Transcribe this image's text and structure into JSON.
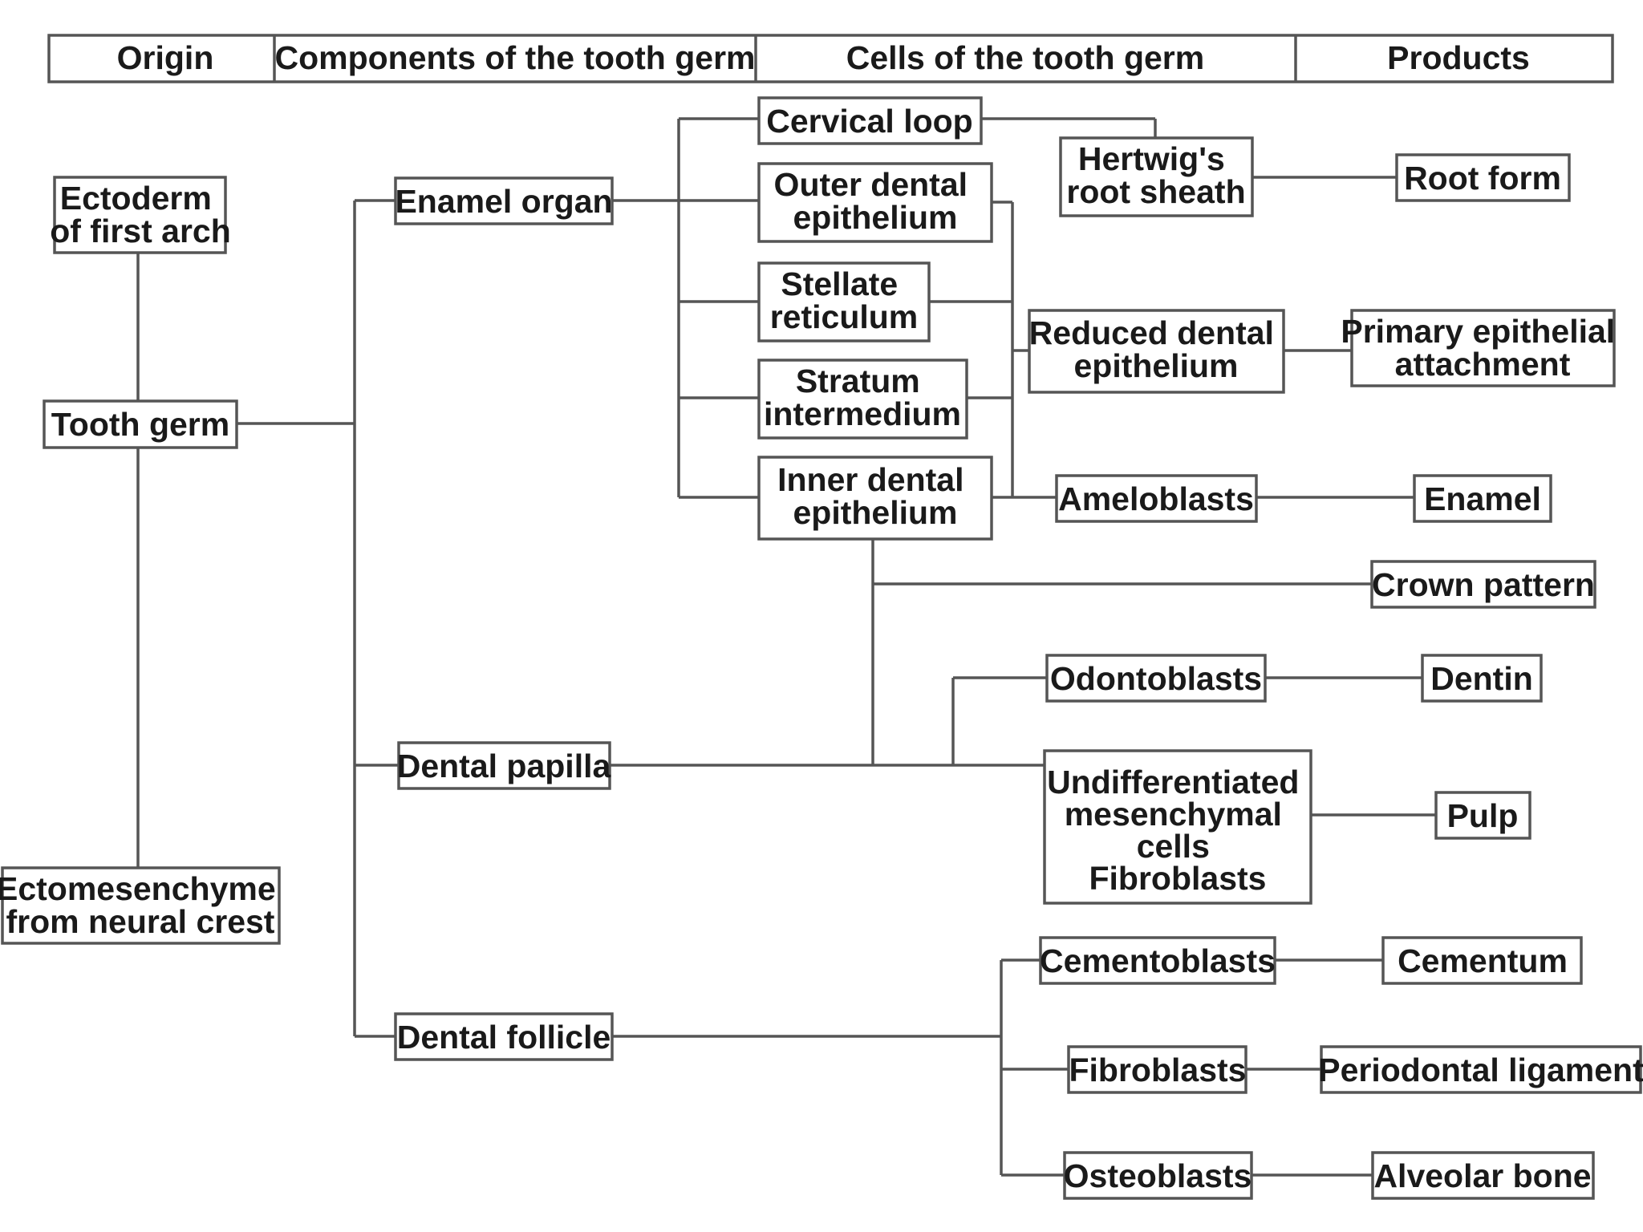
{
  "header": {
    "origin": "Origin",
    "components": "Components of the tooth germ",
    "cells": "Cells of the tooth germ",
    "products": "Products"
  },
  "nodes": {
    "ectoderm": [
      "Ectoderm",
      "of first arch"
    ],
    "tooth_germ": [
      "Tooth germ"
    ],
    "ectomesenchyme": [
      "Ectomesenchyme",
      "from neural crest"
    ],
    "enamel_organ": [
      "Enamel organ"
    ],
    "dental_papilla": [
      "Dental papilla"
    ],
    "dental_follicle": [
      "Dental follicle"
    ],
    "cervical_loop": [
      "Cervical loop"
    ],
    "outer_dental_epithelium": [
      "Outer dental",
      "epithelium"
    ],
    "stellate_reticulum": [
      "Stellate",
      "reticulum"
    ],
    "stratum_intermedium": [
      "Stratum",
      "intermedium"
    ],
    "inner_dental_epithelium": [
      "Inner dental",
      "epithelium"
    ],
    "hertwigs_root_sheath": [
      "Hertwig's",
      "root sheath"
    ],
    "reduced_dental_epithelium": [
      "Reduced dental",
      "epithelium"
    ],
    "ameloblasts": [
      "Ameloblasts"
    ],
    "odontoblasts": [
      "Odontoblasts"
    ],
    "undifferentiated_cells": [
      "Undifferentiated",
      "mesenchymal",
      "cells",
      "Fibroblasts"
    ],
    "cementoblasts": [
      "Cementoblasts"
    ],
    "fibroblasts": [
      "Fibroblasts"
    ],
    "osteoblasts": [
      "Osteoblasts"
    ],
    "root_form": [
      "Root form"
    ],
    "primary_epithelial_attachment": [
      "Primary epithelial",
      "attachment"
    ],
    "enamel": [
      "Enamel"
    ],
    "crown_pattern": [
      "Crown pattern"
    ],
    "dentin": [
      "Dentin"
    ],
    "pulp": [
      "Pulp"
    ],
    "cementum": [
      "Cementum"
    ],
    "periodontal_ligament": [
      "Periodontal ligament"
    ],
    "alveolar_bone": [
      "Alveolar bone"
    ]
  }
}
